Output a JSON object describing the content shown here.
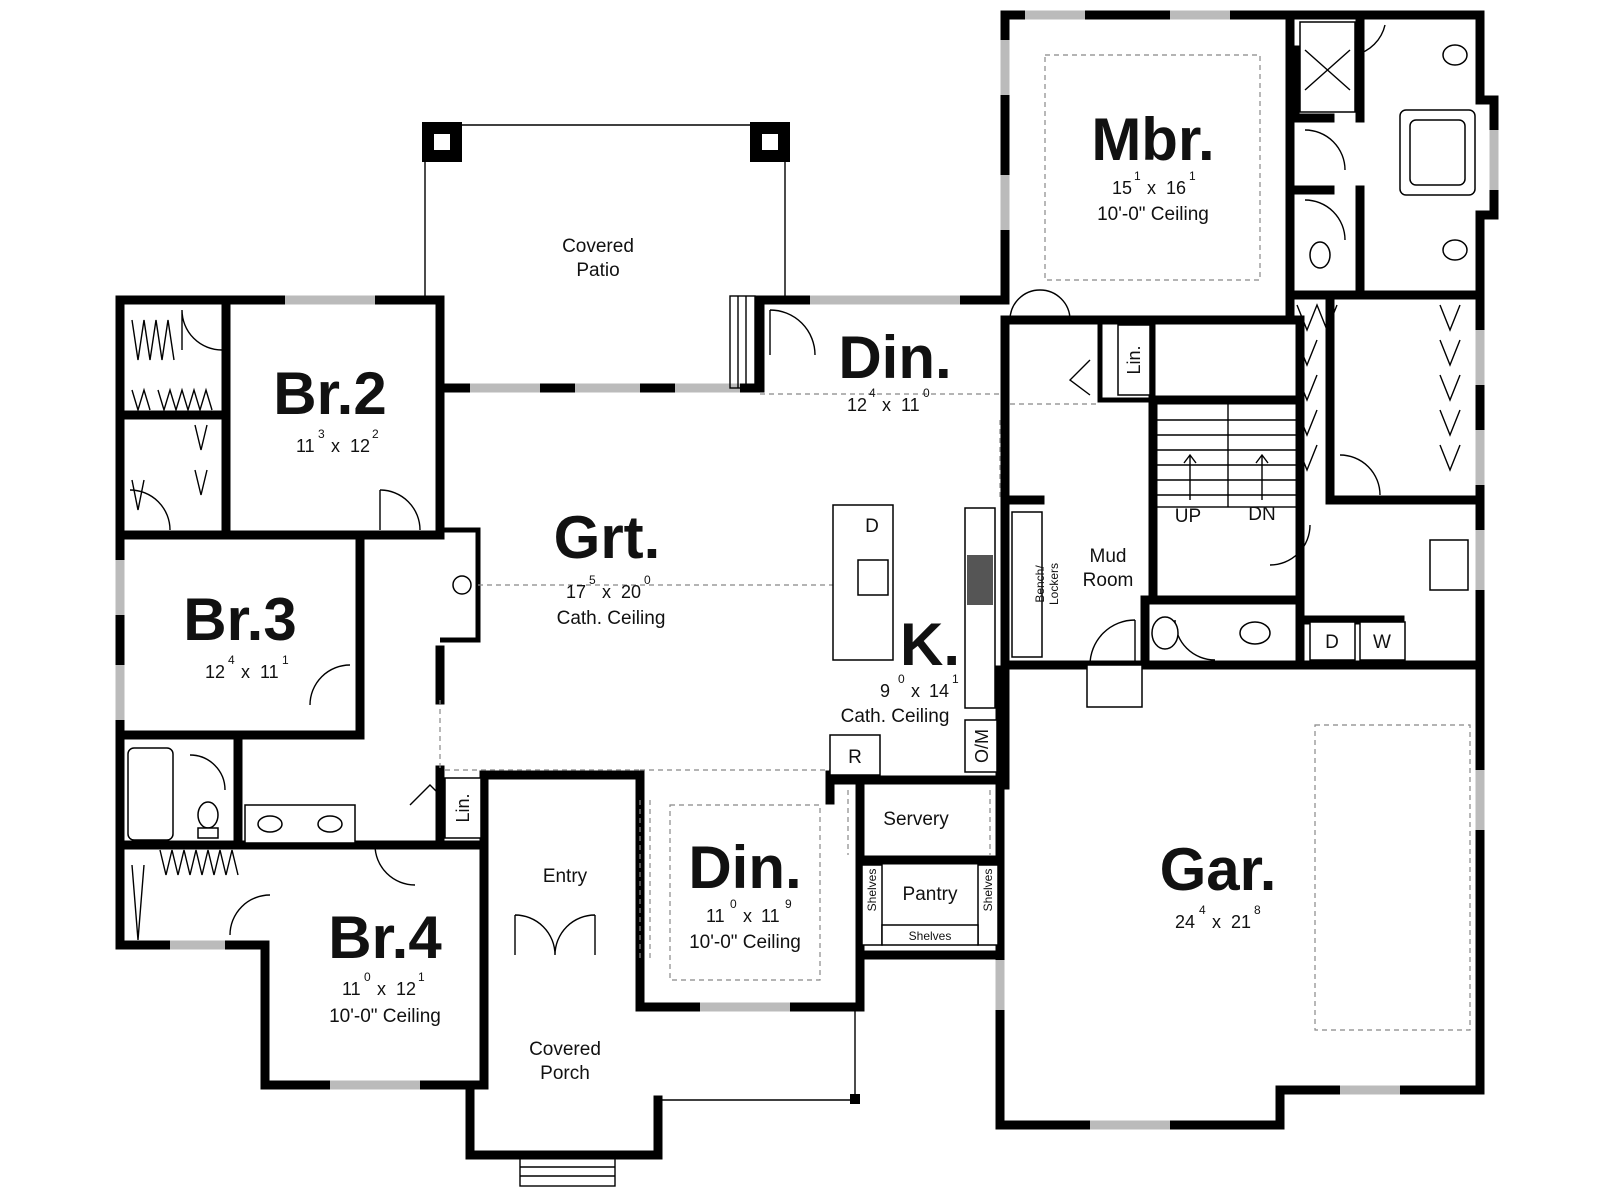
{
  "rooms": {
    "covered_patio": {
      "line1": "Covered",
      "line2": "Patio"
    },
    "br2": {
      "name": "Br.2",
      "w": "11",
      "w_in": "3",
      "x": "x",
      "l": "12",
      "l_in": "2"
    },
    "br3": {
      "name": "Br.3",
      "w": "12",
      "w_in": "4",
      "x": "x",
      "l": "11",
      "l_in": "1"
    },
    "br4": {
      "name": "Br.4",
      "w": "11",
      "w_in": "0",
      "x": "x",
      "l": "12",
      "l_in": "1",
      "ceiling": "10'-0\" Ceiling"
    },
    "grt": {
      "name": "Grt.",
      "w": "17",
      "w_in": "5",
      "x": "x",
      "l": "20",
      "l_in": "0",
      "ceiling": "Cath. Ceiling"
    },
    "din_upper": {
      "name": "Din.",
      "w": "12",
      "w_in": "4",
      "x": "x",
      "l": "11",
      "l_in": "0"
    },
    "din_lower": {
      "name": "Din.",
      "w": "11",
      "w_in": "0",
      "x": "x",
      "l": "11",
      "l_in": "9",
      "ceiling": "10'-0\" Ceiling"
    },
    "kitchen": {
      "name": "K.",
      "w": "9",
      "w_in": "0",
      "x": "x",
      "l": "14",
      "l_in": "1",
      "ceiling": "Cath. Ceiling"
    },
    "mbr": {
      "name": "Mbr.",
      "w": "15",
      "w_in": "1",
      "x": "x",
      "l": "16",
      "l_in": "1",
      "ceiling": "10'-0\" Ceiling"
    },
    "gar": {
      "name": "Gar.",
      "w": "24",
      "w_in": "4",
      "x": "x",
      "l": "21",
      "l_in": "8"
    },
    "mud_room": {
      "line1": "Mud",
      "line2": "Room"
    },
    "entry": {
      "name": "Entry"
    },
    "servery": {
      "name": "Servery"
    },
    "pantry": {
      "name": "Pantry"
    },
    "covered_porch": {
      "line1": "Covered",
      "line2": "Porch"
    }
  },
  "fixtures": {
    "dishwasher": "D",
    "refrigerator": "R",
    "oven_microwave": "O/M",
    "linen_upper": "Lin.",
    "linen_lower": "Lin.",
    "stairs_up": "UP",
    "stairs_down": "DN",
    "dryer": "D",
    "washer": "W",
    "bench_lockers_1": "Bench/",
    "bench_lockers_2": "Lockers",
    "shelves_left": "Shelves",
    "shelves_right": "Shelves",
    "shelves_bottom": "Shelves"
  }
}
